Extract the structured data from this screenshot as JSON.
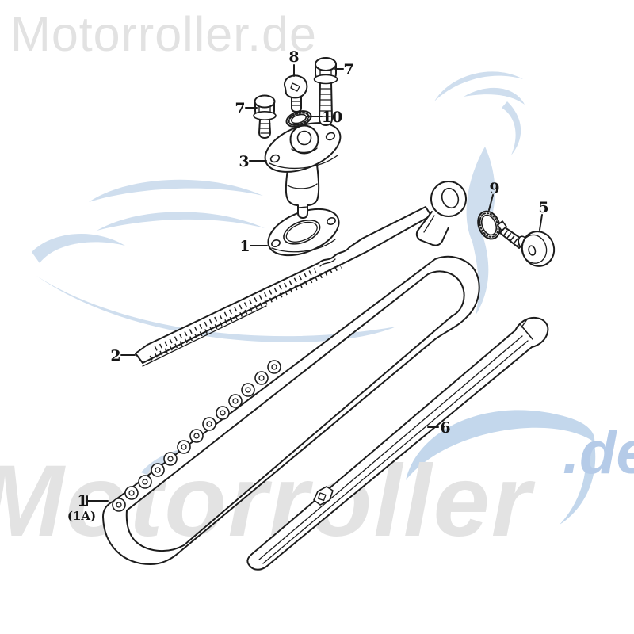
{
  "watermarks": {
    "header": "Motorroller.de",
    "giant": "Motorroller",
    "giant_suffix": ".de"
  },
  "colors": {
    "line_art": "#1c1c1c",
    "watermark_gray": "#e3e3e3",
    "watermark_blue": "#b5cbe8",
    "decor_blue": "#cfdeee",
    "background": "#ffffff"
  },
  "diagram": {
    "type": "exploded-parts-diagram",
    "part_labels": [
      {
        "text": "8"
      },
      {
        "text": "7"
      },
      {
        "text": "7"
      },
      {
        "text": "10"
      },
      {
        "text": "3"
      },
      {
        "text": "1"
      },
      {
        "text": "9"
      },
      {
        "text": "5"
      },
      {
        "text": "2"
      },
      {
        "text": "6"
      },
      {
        "text": "1"
      },
      {
        "text": "(1A)"
      }
    ]
  }
}
